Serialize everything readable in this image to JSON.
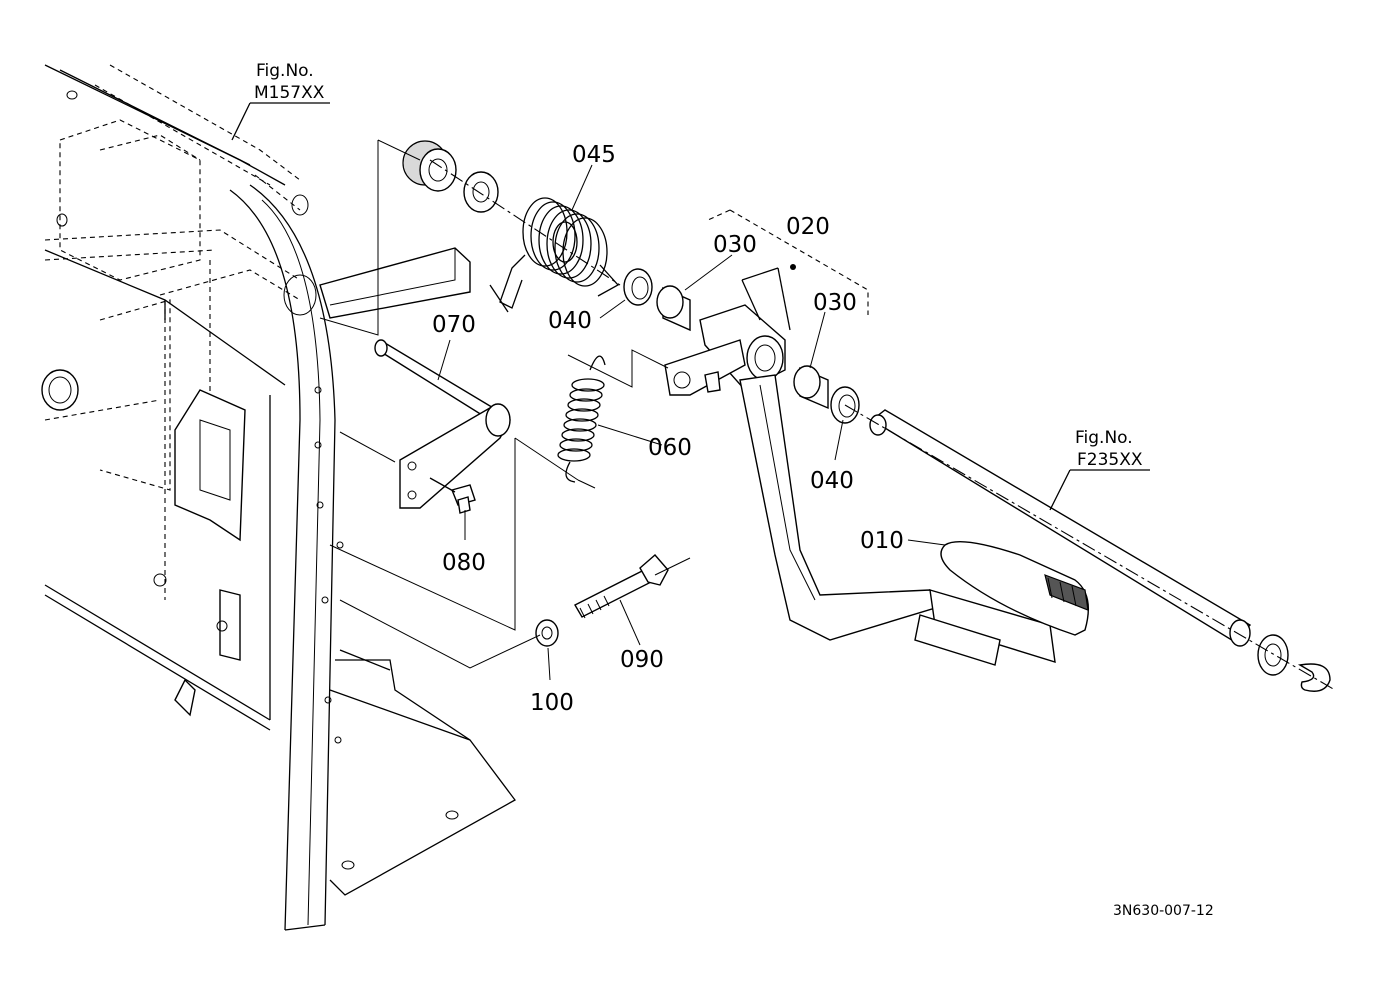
{
  "figure_refs": {
    "top": {
      "line1": "Fig.No.",
      "line2": "M157XX"
    },
    "right": {
      "line1": "Fig.No.",
      "line2": "F235XX"
    }
  },
  "parts": {
    "p010": "010",
    "p020": "020",
    "p030_upper": "030",
    "p030_lower": "030",
    "p040_upper": "040",
    "p040_lower": "040",
    "p045": "045",
    "p060": "060",
    "p070": "070",
    "p080": "080",
    "p090": "090",
    "p100": "100"
  },
  "diagram_code": "3N630-007-12"
}
